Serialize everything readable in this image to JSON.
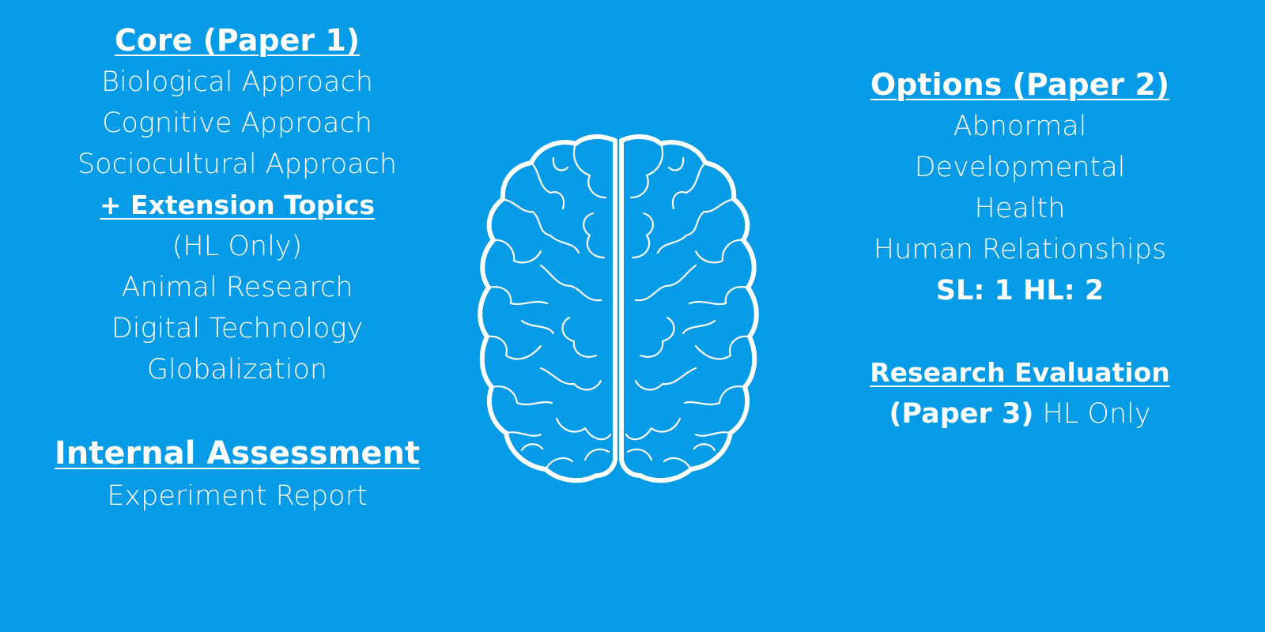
{
  "left": {
    "core_heading": "Core (Paper 1)",
    "core_items": [
      "Biological Approach",
      "Cognitive Approach",
      "Sociocultural Approach"
    ],
    "extension_heading": "+  Extension Topics",
    "extension_note": "(HL Only)",
    "extension_items": [
      "Animal Research",
      "Digital Technology",
      "Globalization"
    ],
    "ia_heading": "Internal Assessment",
    "ia_item": "Experiment Report"
  },
  "right": {
    "options_heading": "Options (Paper 2)",
    "options_items": [
      "Abnormal",
      "Developmental",
      "Health",
      "Human Relationships"
    ],
    "options_requirement": "SL: 1 HL: 2",
    "research_heading": "Research Evaluation",
    "research_paper": "(Paper 3)",
    "research_note": "HL Only"
  },
  "icons": {
    "center": "brain-icon"
  },
  "colors": {
    "background": "#059be6",
    "text": "#ffffff"
  }
}
